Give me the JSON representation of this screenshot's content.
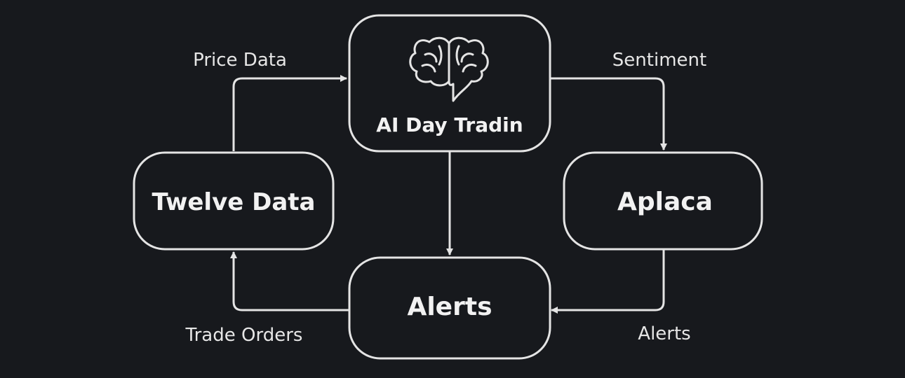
{
  "diagram": {
    "colors": {
      "background": "#17191d",
      "stroke": "#e4e4e4",
      "text": "#f2f2f2"
    },
    "nodes": {
      "center": {
        "label": "AI Day Tradin",
        "icon": "brain-icon"
      },
      "left": {
        "label": "Twelve Data"
      },
      "right": {
        "label": "Aplaca"
      },
      "bottom": {
        "label": "Alerts"
      }
    },
    "edges": {
      "price_data": "Price Data",
      "sentiment": "Sentiment",
      "trade_orders": "Trade Orders",
      "alerts": "Alerts"
    }
  }
}
